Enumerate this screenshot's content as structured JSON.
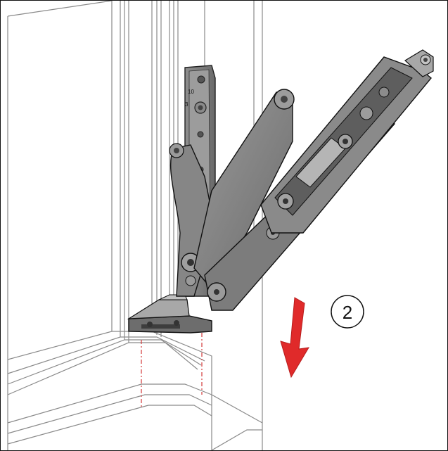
{
  "step": {
    "number": "2"
  },
  "hinge": {
    "marking_top": "10",
    "marking_side": "3"
  },
  "colors": {
    "hinge_body": "#7d7d7d",
    "hinge_dark": "#4a4a4a",
    "hinge_light": "#b9b9b9",
    "frame_line": "#8a8a8a",
    "arrow": "#e02a2a",
    "guide_line": "#d23a3a"
  },
  "icons": {
    "direction": "arrow-down-icon"
  }
}
